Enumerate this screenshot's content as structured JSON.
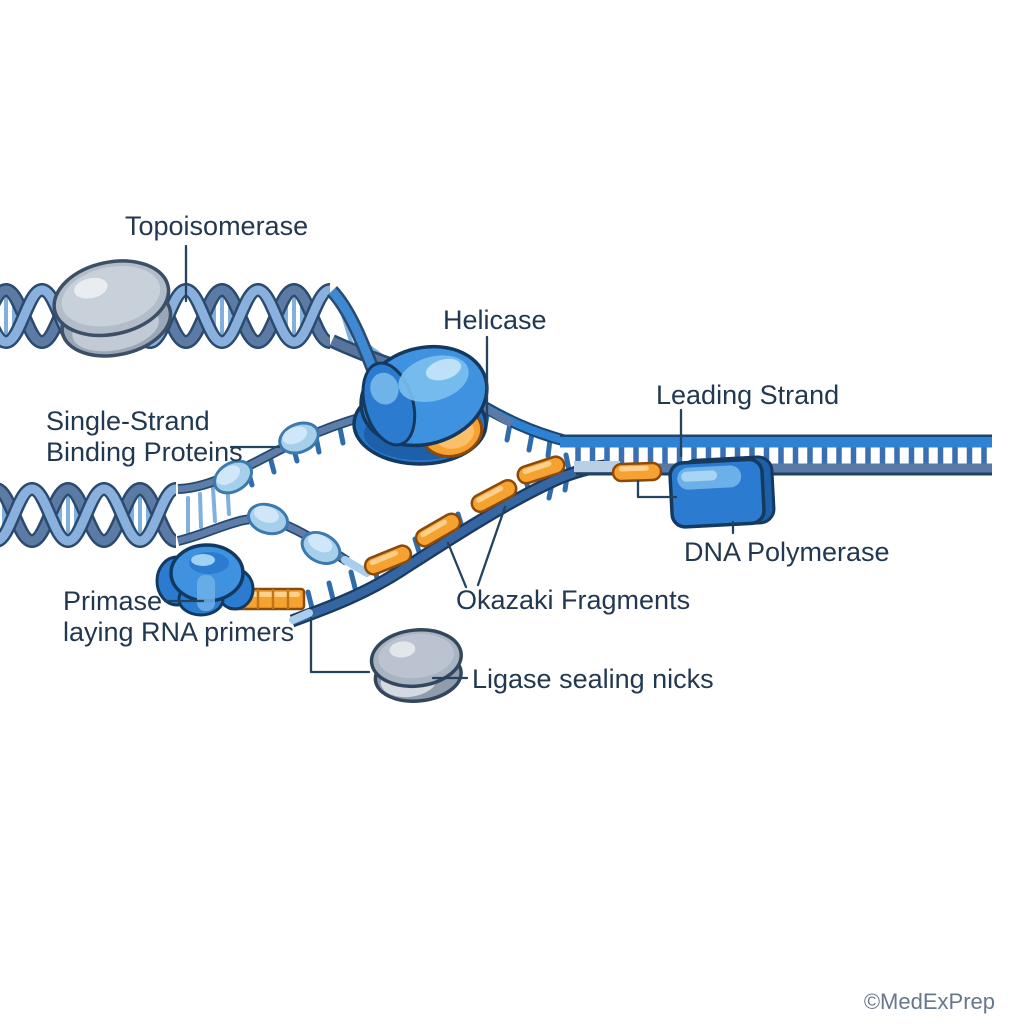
{
  "labels": {
    "topoisomerase": "Topoisomerase",
    "helicase": "Helicase",
    "ssb_line1": "Single-Strand",
    "ssb_line2": "Binding Proteins",
    "leading_strand": "Leading Strand",
    "dna_polymerase": "DNA Polymerase",
    "primase_line1": "Primase",
    "primase_line2": "laying RNA primers",
    "okazaki_fragments": "Okazaki Fragments",
    "ligase": "Ligase sealing nicks",
    "watermark": "©MedExPrep"
  },
  "colors": {
    "background": "#ffffff",
    "label_text": "#223850",
    "watermark_text": "#67788c",
    "leader_line": "#23435f",
    "helix_light_ribbon": "#8ab1dd",
    "helix_dark_ribbon": "#5b7aa4",
    "helix_outline": "#2a4a6e",
    "helix_rung": "#7fb0de",
    "strand_slate": "#5e7da8",
    "lagging_strand": "#3566a1",
    "leading_rail_blue": "#2e82d3",
    "bottom_rail_slate": "#587aa6",
    "base_tooth_blue": "#2f6cab",
    "protein_blue": "#3e92df",
    "protein_blue_dark": "#2b7cd0",
    "protein_blue_highlight": "#7cc0ef",
    "ssb_fill": "#a6cfec",
    "primer_orange": "#f6a230",
    "primer_orange_outline": "#8c4a0a",
    "primer_orange_highlight": "#fdd08c",
    "gray_protein": "#b3bdc9",
    "gray_protein_shadow": "#8f9cac",
    "gray_protein_outline": "#3c4f66"
  }
}
